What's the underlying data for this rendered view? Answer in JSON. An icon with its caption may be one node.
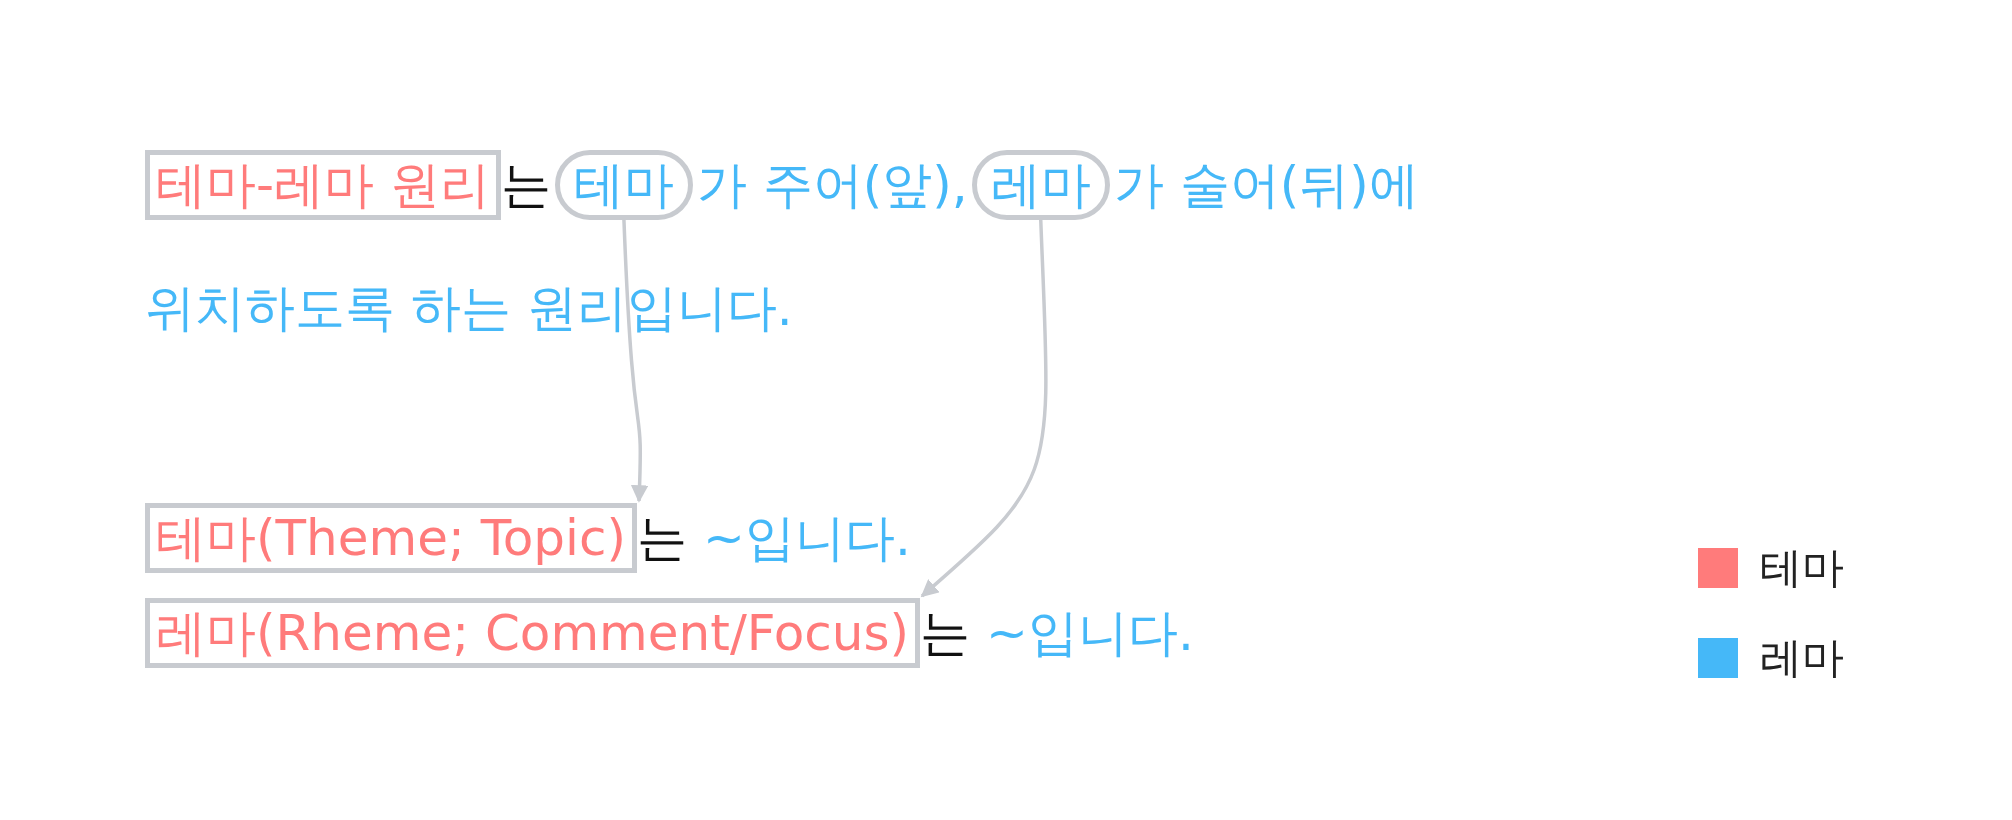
{
  "diagram": {
    "nodes": [
      {
        "text": [
          "테마-레마 원리"
        ]
      },
      {
        "text": [
          "테마"
        ]
      },
      {
        "text": [
          "레마"
        ]
      },
      {
        "text": [
          "테마(Theme; Topic)"
        ]
      },
      {
        "text": [
          "레마(Rheme; Comment/Focus)"
        ]
      }
    ],
    "edges": [
      {
        "from": 1,
        "to": 3,
        "arrow": "to"
      },
      {
        "from": 2,
        "to": 4,
        "arrow": "to"
      }
    ],
    "labels": [
      "는",
      "가 주어(앞),",
      "가 술어(뒤)에",
      "위치하도록 하는 원리입니다.",
      "는",
      "~입니다.",
      "는",
      "~입니다."
    ],
    "legend": [
      {
        "text": "테마",
        "color": "#ff7b7b"
      },
      {
        "text": "레마",
        "color": "#45b8f8"
      }
    ]
  }
}
